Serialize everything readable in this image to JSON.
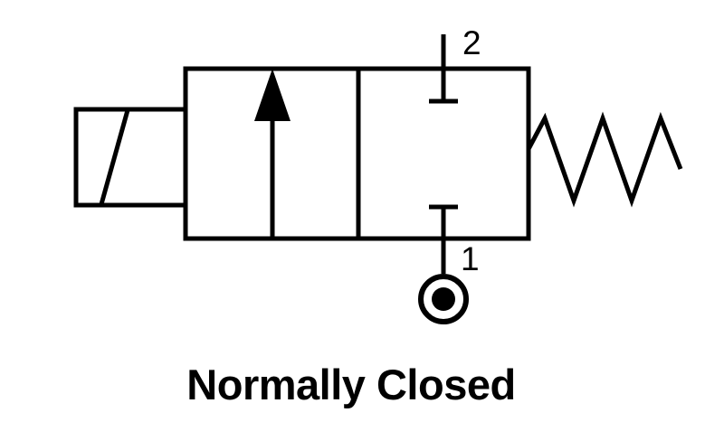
{
  "diagram": {
    "title": "Normally Closed",
    "ports": {
      "top_label": "2",
      "bottom_label": "1"
    },
    "colors": {
      "line": "#000000",
      "background": "#ffffff"
    },
    "icons": {
      "solenoid-coil-icon": "rectangle with diagonal stroke (solenoid actuator)",
      "flow-arrow-icon": "upward solid-head arrow (open flow path)",
      "blocked-port-icon": "T-shaped closed port symbol",
      "pressure-source-icon": "circle with filled center dot",
      "spring-return-icon": "zigzag spring"
    }
  }
}
